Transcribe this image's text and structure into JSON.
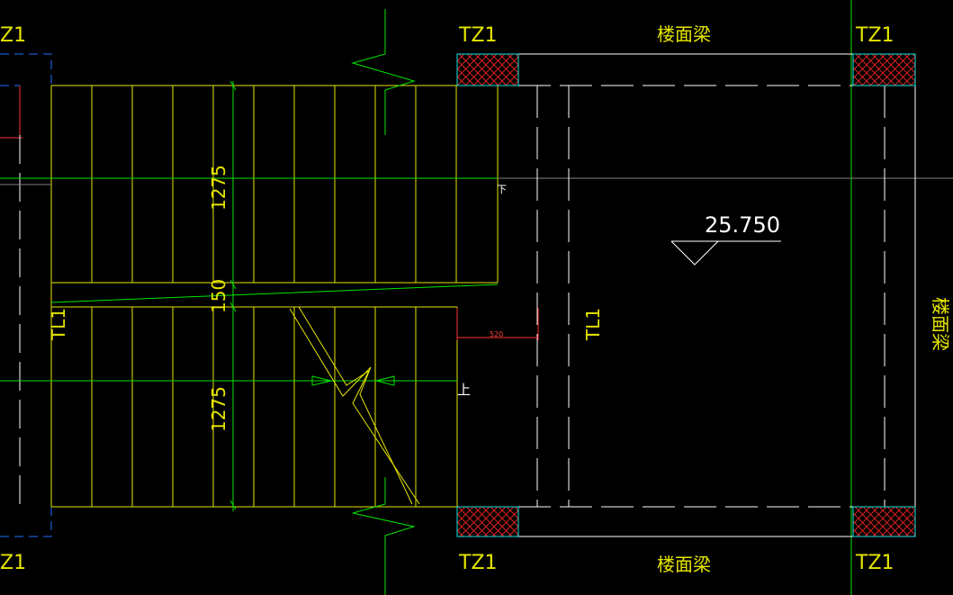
{
  "labels": {
    "column_tag": "TZ1",
    "column_tag_cut": "Z1",
    "beam": "楼面梁",
    "landing_beam": "TL1",
    "elevation": "25.750",
    "dim_flight_a": "1275",
    "dim_landing_gap": "150",
    "dim_flight_b": "1275",
    "dim_offset": "520",
    "stair_down": "下",
    "stair_up": "上"
  },
  "colors": {
    "background": "#000000",
    "stair_lines": "#e6e600",
    "green_lines": "#00e600",
    "cyan_lines": "#00e5e5",
    "white_lines": "#ffffff",
    "red_lines": "#ff3030",
    "blue_lines": "#1e6fff",
    "hatch": "#e02020"
  }
}
